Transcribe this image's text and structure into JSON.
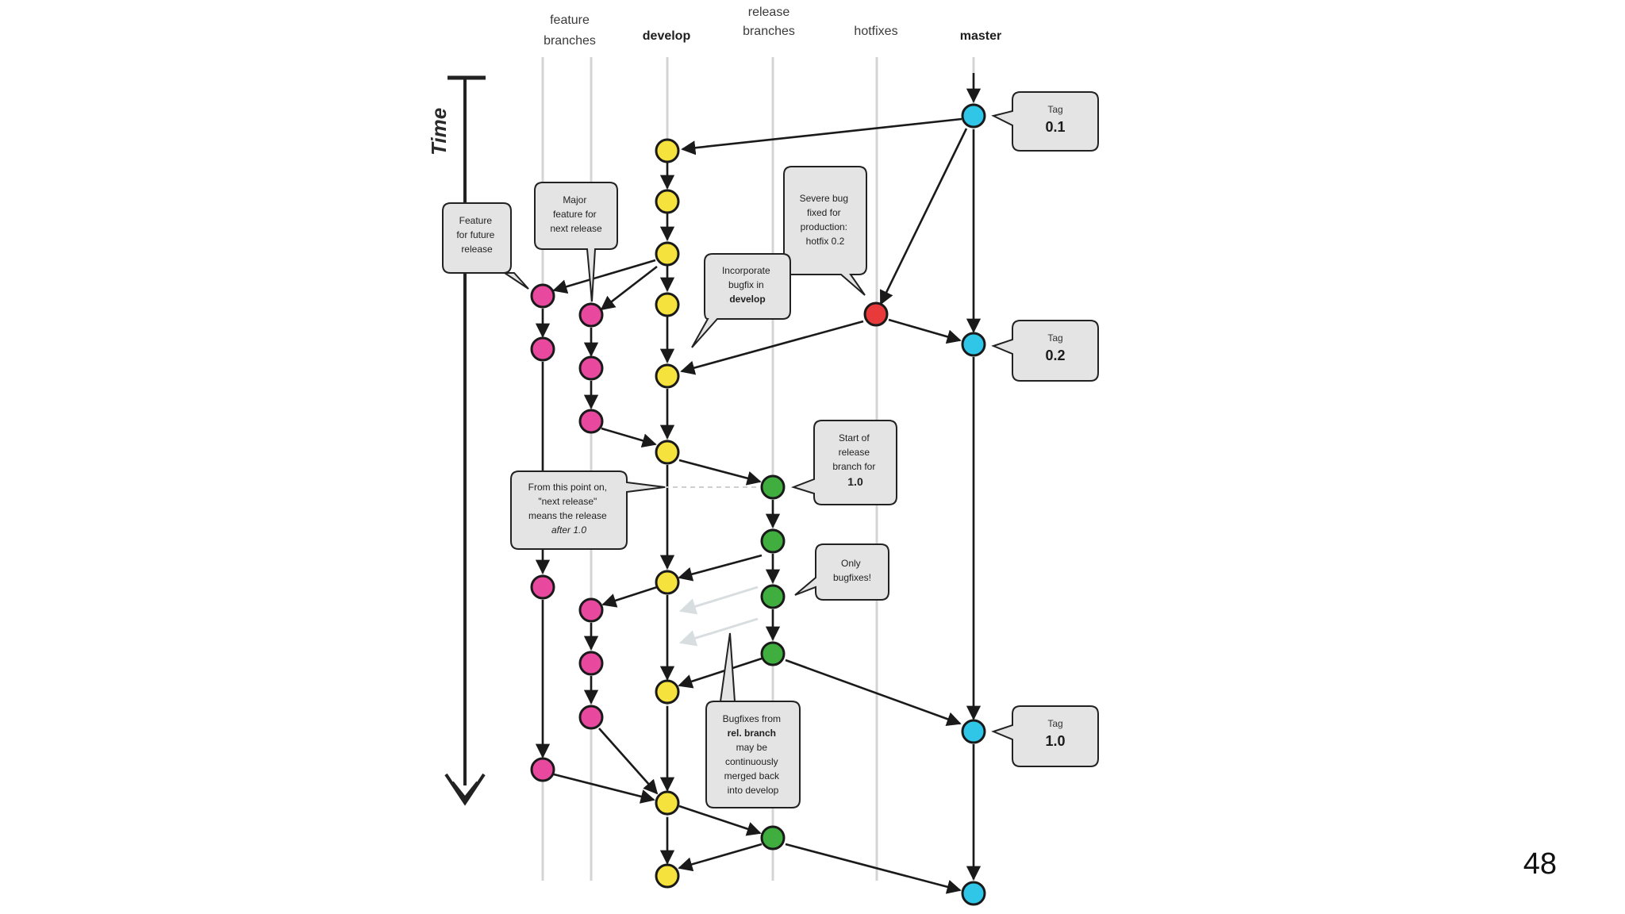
{
  "slide": {
    "page_number": "48"
  },
  "diagram": {
    "time_label": "Time",
    "columns": {
      "feature": {
        "line1": "feature",
        "line2": "branches"
      },
      "develop": "develop",
      "release": {
        "line1": "release",
        "line2": "branches"
      },
      "hotfixes": "hotfixes",
      "master": "master"
    },
    "colors": {
      "feature_commit": "#e8489e",
      "develop_commit": "#f5e23c",
      "release_commit": "#3fae3f",
      "hotfix_commit": "#e83a3a",
      "master_commit": "#2fc6e8",
      "bubble_fill": "#e4e4e4",
      "lane_line": "#d4d4d4"
    },
    "callouts": {
      "feature_future": [
        "Feature",
        "for future",
        "release"
      ],
      "major_feature": [
        "Major",
        "feature for",
        "next release"
      ],
      "severe_bug": [
        "Severe bug",
        "fixed for",
        "production:",
        "hotfix 0.2"
      ],
      "incorporate": [
        "Incorporate",
        "bugfix in",
        "develop"
      ],
      "start_release": [
        "Start of",
        "release",
        "branch for",
        "1.0"
      ],
      "from_this_point": [
        "From this point on,",
        "\"next release\"",
        "means the release",
        "after 1.0"
      ],
      "only_bugfixes": [
        "Only",
        "bugfixes!"
      ],
      "bugfixes_rel": [
        "Bugfixes from",
        "rel. branch",
        "may be",
        "continuously",
        "merged back",
        "into develop"
      ]
    },
    "tags": [
      {
        "label": "Tag",
        "version": "0.1"
      },
      {
        "label": "Tag",
        "version": "0.2"
      },
      {
        "label": "Tag",
        "version": "1.0"
      }
    ]
  }
}
